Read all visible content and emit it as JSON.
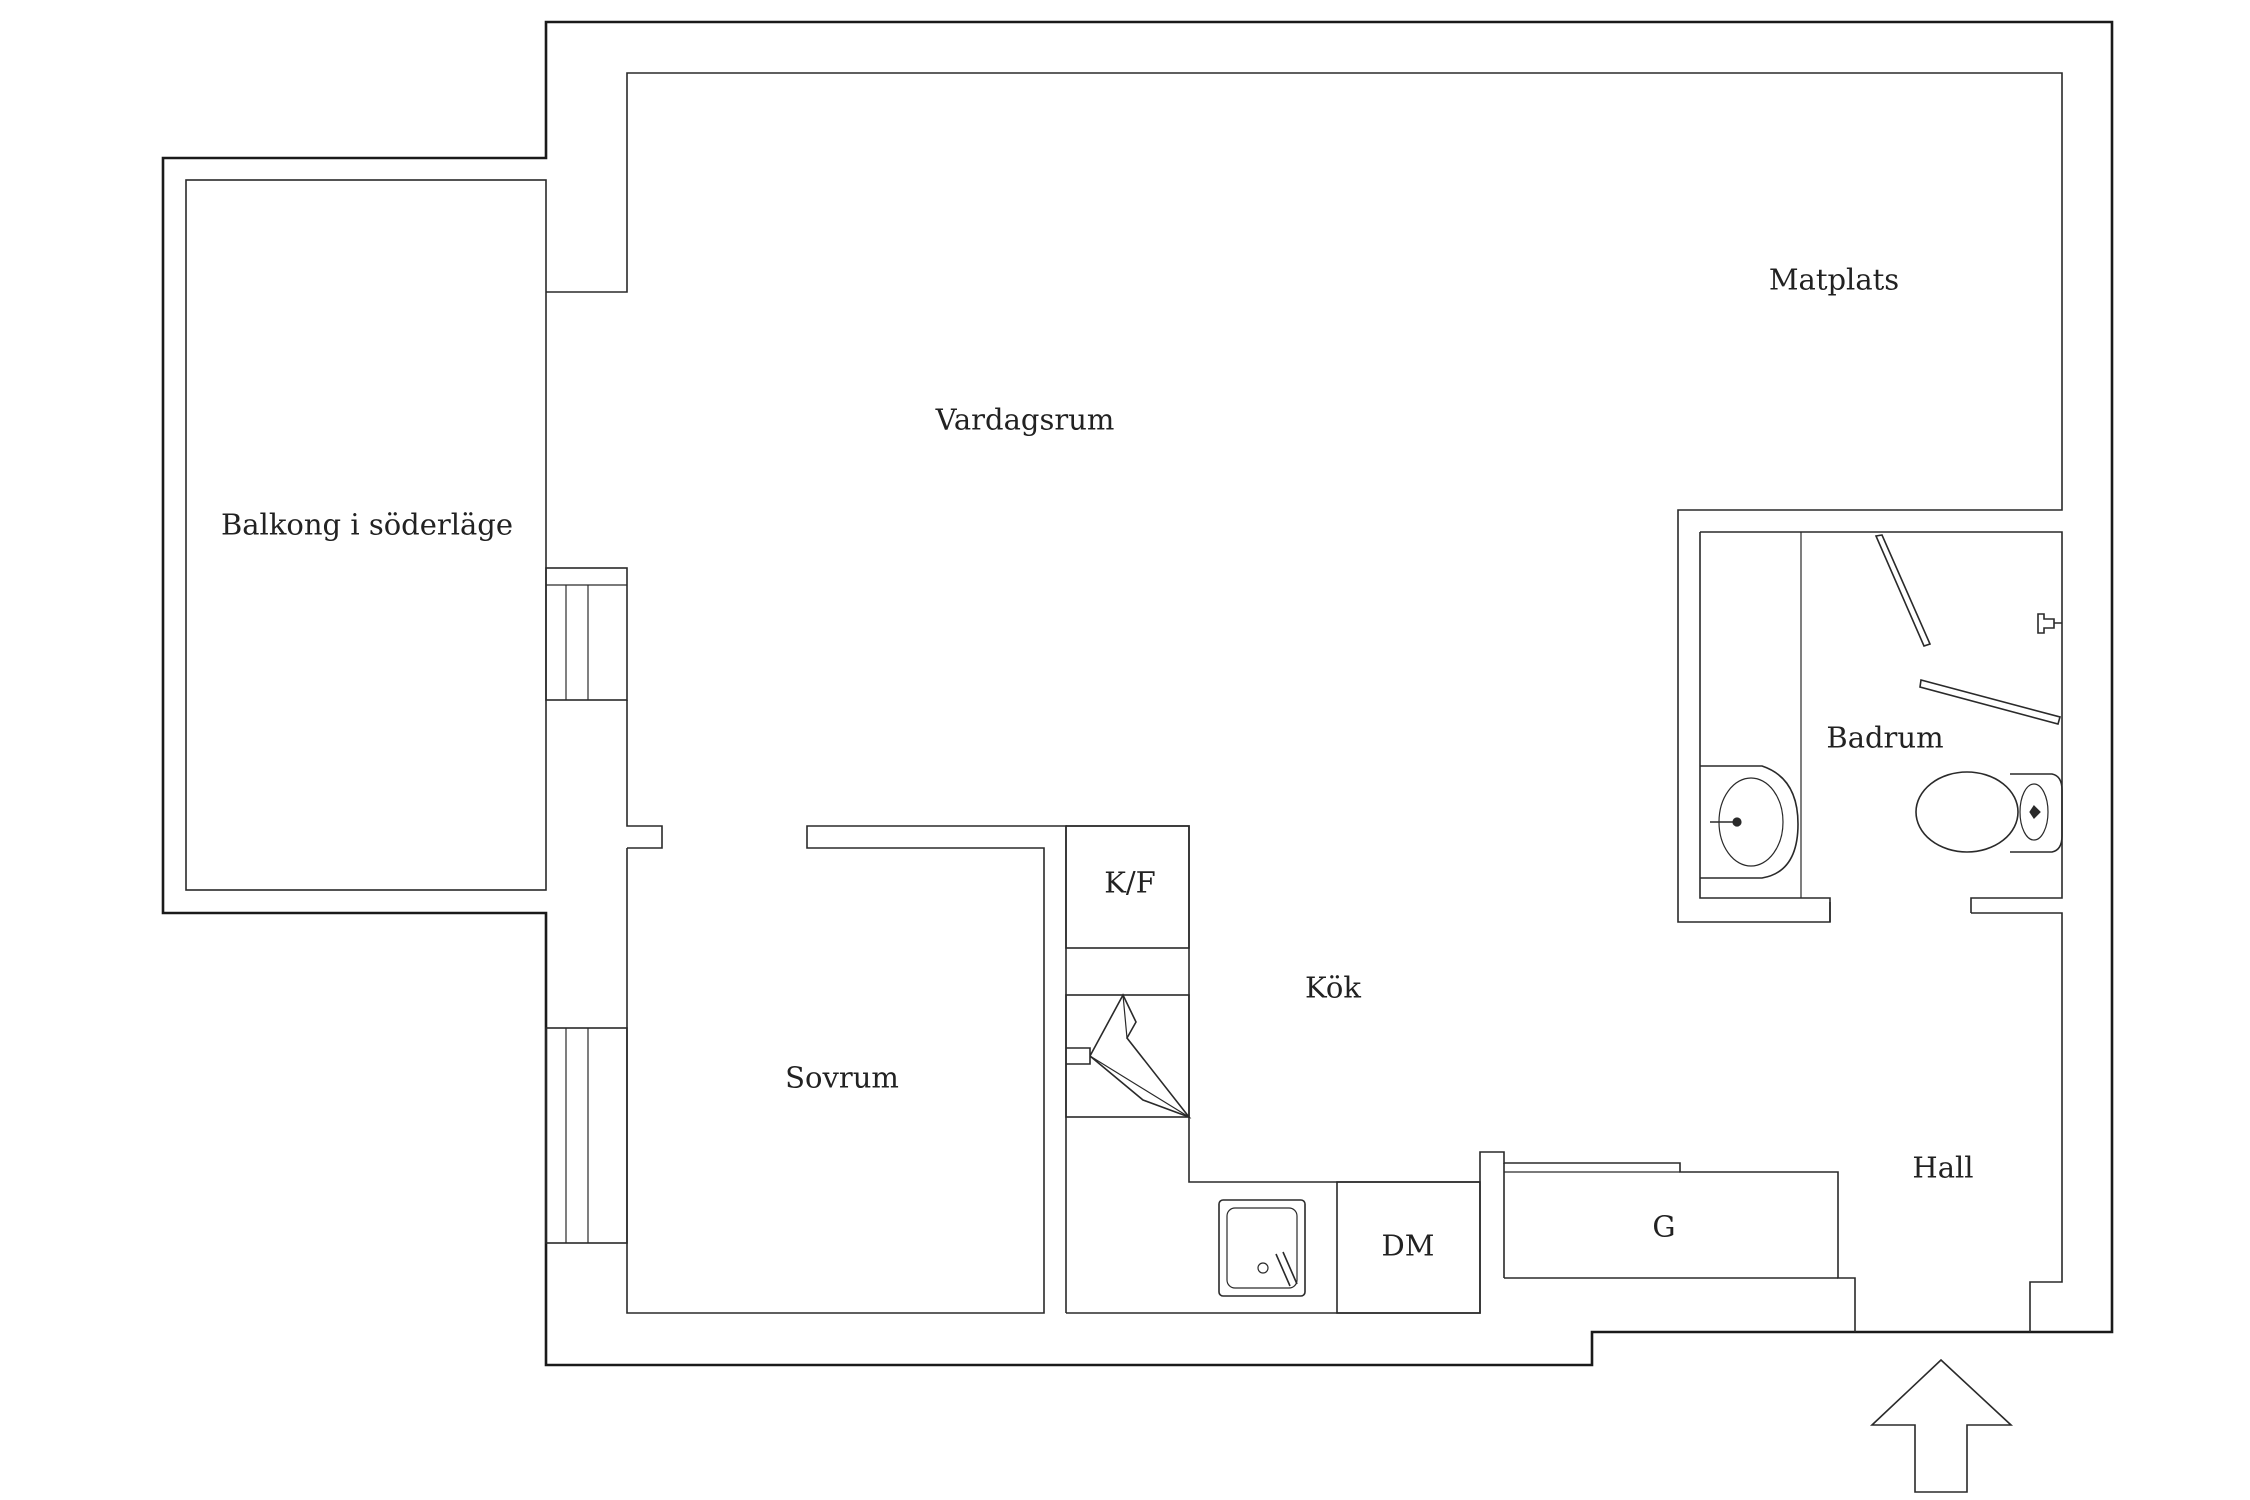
{
  "rooms": {
    "balcony": "Balkong i söderläge",
    "living": "Vardagsrum",
    "dining": "Matplats",
    "bathroom": "Badrum",
    "kitchen": "Kök",
    "fridge": "K/F",
    "bedroom": "Sovrum",
    "dishwasher": "DM",
    "wardrobe": "G",
    "hall": "Hall"
  },
  "icons": {
    "entrance": "entrance-arrow-icon",
    "sink": "sink-icon",
    "washbasin": "washbasin-icon",
    "toilet": "toilet-icon",
    "stove": "stove-icon",
    "tap": "tap-icon"
  },
  "colors": {
    "line": "#2a2a2a",
    "background": "#ffffff"
  }
}
